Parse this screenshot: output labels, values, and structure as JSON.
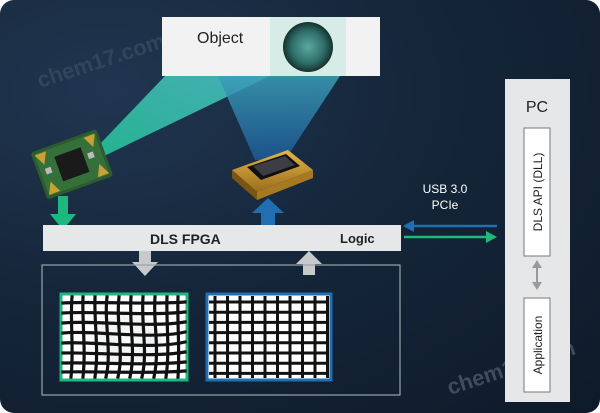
{
  "watermark": {
    "text": "chem17.com"
  },
  "object_box": {
    "label": "Object"
  },
  "fpga_bar": {
    "label": "DLS FPGA",
    "logic_label": "Logic"
  },
  "link": {
    "line1": "USB 3.0",
    "line2": "PCIe"
  },
  "pc_panel": {
    "title": "PC",
    "api_label": "DLS API (DLL)",
    "app_label": "Application"
  },
  "colors": {
    "green": "#1db87d",
    "blue": "#1f6fb2",
    "teal_beam": "#3fa6a6",
    "panel_gray": "#e6e7e8",
    "arrow_gray": "#c7c9cb"
  },
  "icons": [
    "camera-board-icon",
    "dmd-chip-icon",
    "lens-icon"
  ]
}
